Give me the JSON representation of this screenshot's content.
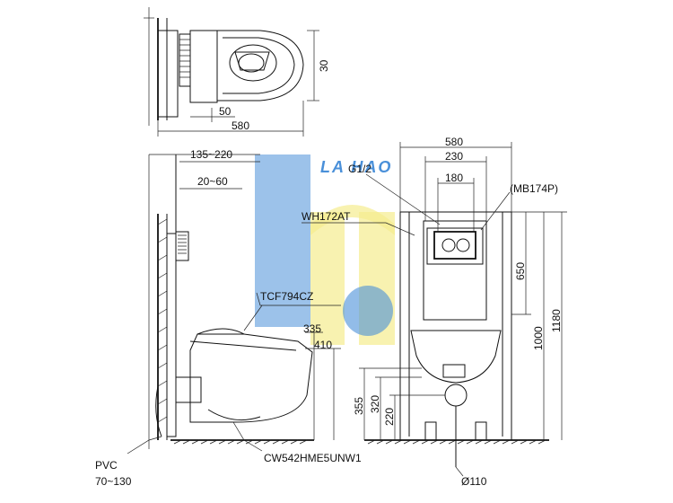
{
  "watermark": {
    "text": "LA HAO",
    "colors": {
      "blue": "#4a90d9",
      "yellow": "#f5ec8f",
      "dot": "#4a90d9"
    }
  },
  "labels": {
    "top_dim_580": "580",
    "top_dim_50": "50",
    "top_dim_30": "30",
    "side_dim_135_220": "135~220",
    "side_dim_20_60": "20~60",
    "model_tcf": "TCF794CZ",
    "side_dim_335": "335",
    "side_dim_410": "410",
    "pipe_pvc": "PVC",
    "pipe_range": "70~130",
    "model_bowl": "CW542HME5UNW1",
    "front_dim_580": "580",
    "front_dim_230": "230",
    "front_dim_180": "180",
    "label_g12": "G1/2",
    "model_mb": "(MB174P)",
    "model_wh": "WH172AT",
    "front_dim_650": "650",
    "front_dim_1000": "1000",
    "front_dim_1180": "1180",
    "front_dim_355": "355",
    "front_dim_320": "320",
    "front_dim_220": "220",
    "front_dim_110": "Ø110"
  }
}
